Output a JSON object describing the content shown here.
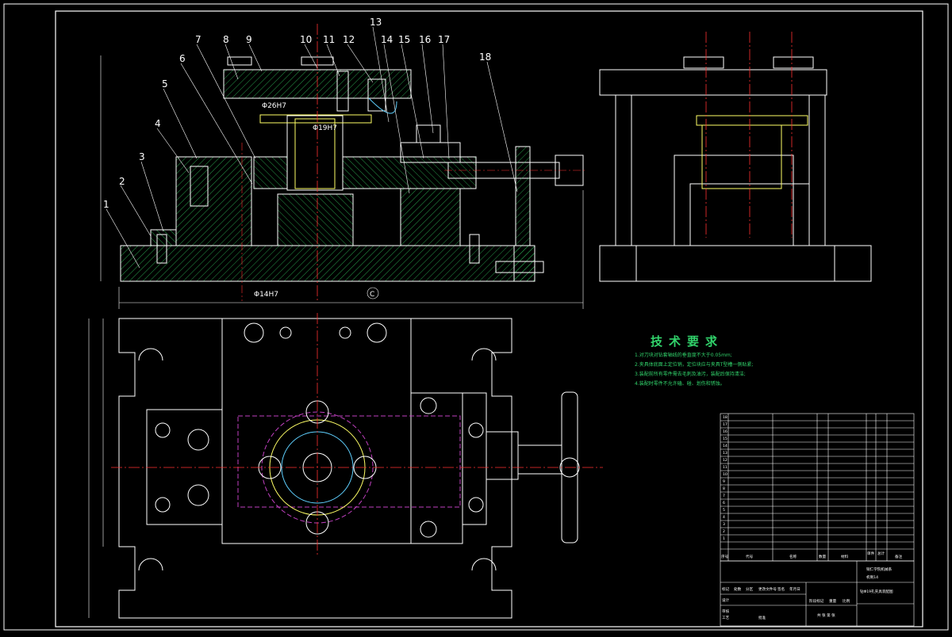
{
  "colors": {
    "background": "#000000",
    "line": "#ffffff",
    "hatch": "#2fbf5a",
    "centerline": "#ff3030",
    "hidden": "#c040c0",
    "notes": "#31d36b",
    "highlight": "#ffff66"
  },
  "front_view": {
    "part_numbers": [
      "1",
      "2",
      "3",
      "4",
      "5",
      "6",
      "7",
      "8",
      "9",
      "10",
      "11",
      "12",
      "13",
      "14",
      "15",
      "16",
      "17",
      "18"
    ],
    "dims": {
      "d1": "Φ26H7",
      "d2": "Φ19H7",
      "d3": "Φ14H7",
      "section": "C"
    }
  },
  "tech_requirements": {
    "title": "技术要求",
    "lines": [
      "1.对刀块对钻套轴线的垂直度不大于0.05mm;",
      "2.夹具体底面上定位销，定位块应与夹具T型槽一侧贴紧;",
      "3.装配前所有零件需去毛刺及油污，装配后保持清洁;",
      "4.装配时零件不允许磕、碰、划伤和锈蚀。"
    ]
  },
  "title_block": {
    "headers": [
      "序号",
      "代号",
      "名称",
      "数量",
      "材料",
      "单件",
      "总计",
      "备注"
    ],
    "rows": [
      "18",
      "17",
      "16",
      "15",
      "14",
      "13",
      "12",
      "11",
      "10",
      "9",
      "8",
      "7",
      "6",
      "5",
      "4",
      "3",
      "2",
      "1"
    ],
    "school": "铜仁学院机械系",
    "class_name": "机制14",
    "drawing_title": "钻Φ19孔夹具装配图",
    "sign_labels": [
      "标记",
      "处数",
      "分区",
      "更改文件号",
      "签名",
      "年月日",
      "设计",
      "审核",
      "工艺",
      "批准"
    ],
    "stage_labels": [
      "阶段标记",
      "重量",
      "比例"
    ],
    "sheet": "共 张 第 张"
  }
}
